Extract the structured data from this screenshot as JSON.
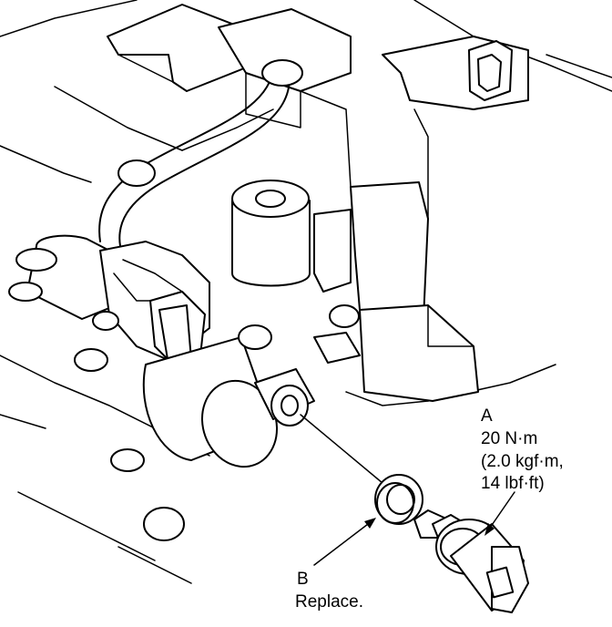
{
  "callout_a": {
    "letter": "A",
    "torque_nm": "20 N·m",
    "torque_kgf": "(2.0 kgf·m,",
    "torque_lbf": "14 lbf·ft)"
  },
  "callout_b": {
    "letter": "B",
    "note": "Replace."
  }
}
